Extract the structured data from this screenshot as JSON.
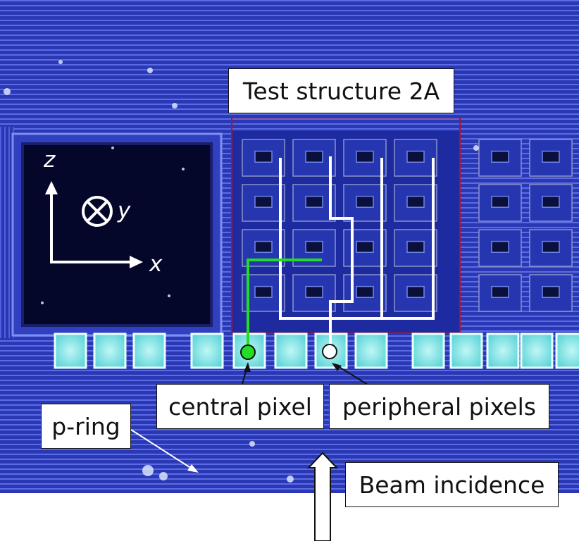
{
  "labels": {
    "test_structure": "Test structure 2A",
    "central_pixel": "central pixel",
    "peripheral_pixels": "peripheral pixels",
    "p_ring": "p-ring",
    "beam_incidence": "Beam incidence"
  },
  "axes": {
    "z": "z",
    "y": "y",
    "x": "x"
  },
  "colors": {
    "substrate": "#2c39b8",
    "pad": "#7fe8e6",
    "frame": "#b0102a",
    "central_trace": "#22dd22",
    "peripheral_trace": "#ffffff"
  }
}
